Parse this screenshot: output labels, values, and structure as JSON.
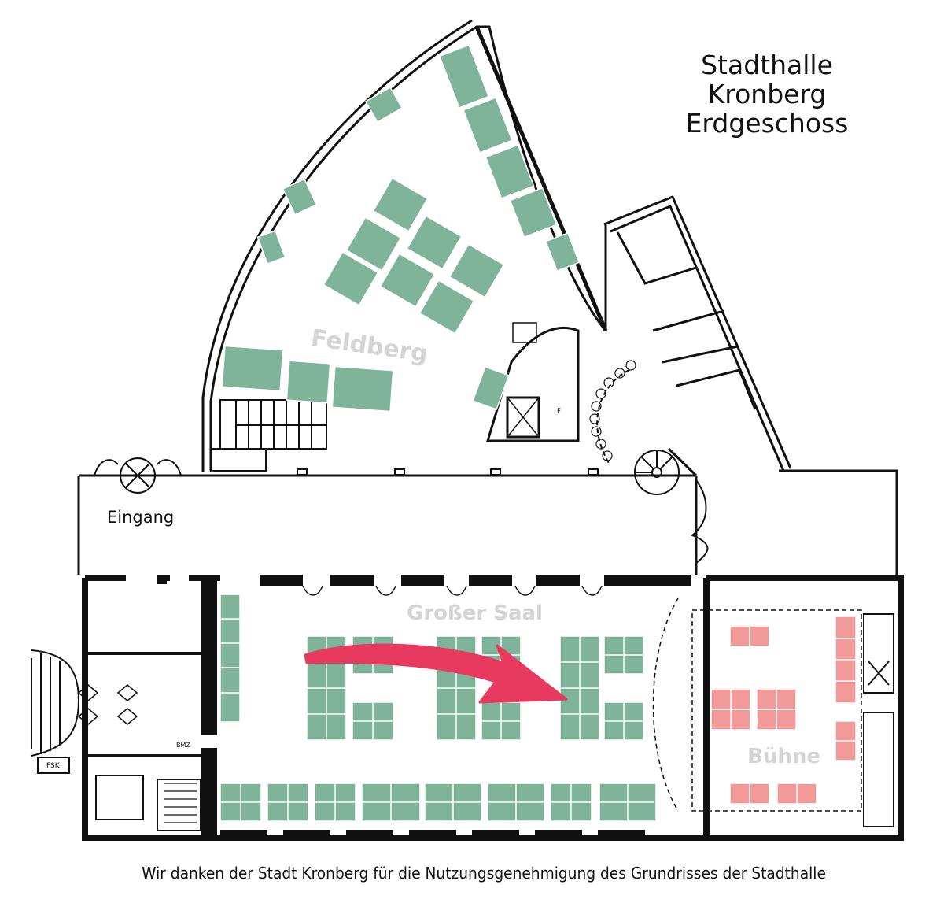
{
  "title": {
    "line1": "Stadthalle",
    "line2": "Kronberg",
    "line3": "Erdgeschoss"
  },
  "rooms": {
    "feldberg": "Feldberg",
    "grosser_saal": "Großer Saal",
    "buehne": "Bühne",
    "eingang": "Eingang"
  },
  "markers": {
    "fsk": "FSK",
    "bmz": "BMZ",
    "f": "F"
  },
  "credit": "Wir danken der Stadt Kronberg für die Nutzungsgenehmigung des Grundrisses der Stadthalle",
  "colors": {
    "table_green": "#7fb49a",
    "table_red": "#f29a9a",
    "arrow": "#e8395f",
    "wall": "#111111",
    "room_label": "#d4d4d4"
  }
}
